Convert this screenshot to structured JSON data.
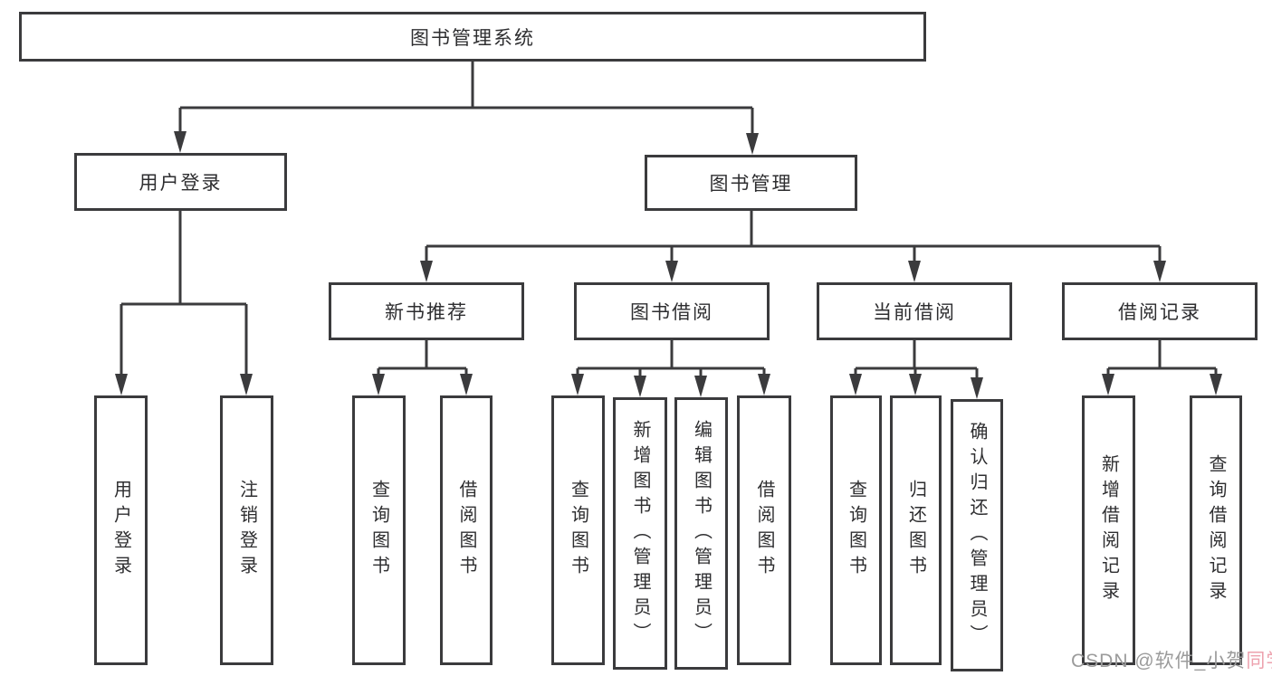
{
  "diagram_data": {
    "type": "tree",
    "title": "图书管理系统",
    "root": "图书管理系统",
    "children": [
      {
        "label": "用户登录",
        "children": [
          "用户登录",
          "注销登录"
        ]
      },
      {
        "label": "图书管理",
        "children": [
          {
            "label": "新书推荐",
            "children": [
              "查询图书",
              "借阅图书"
            ]
          },
          {
            "label": "图书借阅",
            "children": [
              "查询图书",
              "新增图书（管理员）",
              "编辑图书（管理员）",
              "借阅图书"
            ]
          },
          {
            "label": "当前借阅",
            "children": [
              "查询图书",
              "归还图书",
              "确认归还（管理员）"
            ]
          },
          {
            "label": "借阅记录",
            "children": [
              "新增借阅记录",
              "查询借阅记录"
            ]
          }
        ]
      }
    ]
  },
  "nodes": {
    "root": {
      "label": "图书管理系统"
    },
    "user_login": {
      "label": "用户登录"
    },
    "book_mgmt": {
      "label": "图书管理"
    },
    "new_book_rec": {
      "label": "新书推荐"
    },
    "book_borrow": {
      "label": "图书借阅"
    },
    "current_borrow": {
      "label": "当前借阅"
    },
    "borrow_records": {
      "label": "借阅记录"
    },
    "ul_login": {
      "label": "用户登录"
    },
    "ul_logout": {
      "label": "注销登录"
    },
    "nbr_query": {
      "label": "查询图书"
    },
    "nbr_borrow": {
      "label": "借阅图书"
    },
    "bb_query": {
      "label": "查询图书"
    },
    "bb_add": {
      "label": "新增图书（管理员）"
    },
    "bb_edit": {
      "label": "编辑图书（管理员）"
    },
    "bb_borrow": {
      "label": "借阅图书"
    },
    "cb_query": {
      "label": "查询图书"
    },
    "cb_return": {
      "label": "归还图书"
    },
    "cb_confirm": {
      "label": "确认归还（管理员）"
    },
    "br_add": {
      "label": "新增借阅记录"
    },
    "br_query": {
      "label": "查询借阅记录"
    }
  },
  "watermark": {
    "text_gray": "CSDN @软件_小贺",
    "text_pink": "同学"
  },
  "colors": {
    "line": "#3b3b3d",
    "box_border": "#3b3b3d",
    "text": "#2e2e30",
    "background": "#ffffff",
    "watermark_gray": "#9b9b9b",
    "watermark_pink": "#eda2ae"
  }
}
